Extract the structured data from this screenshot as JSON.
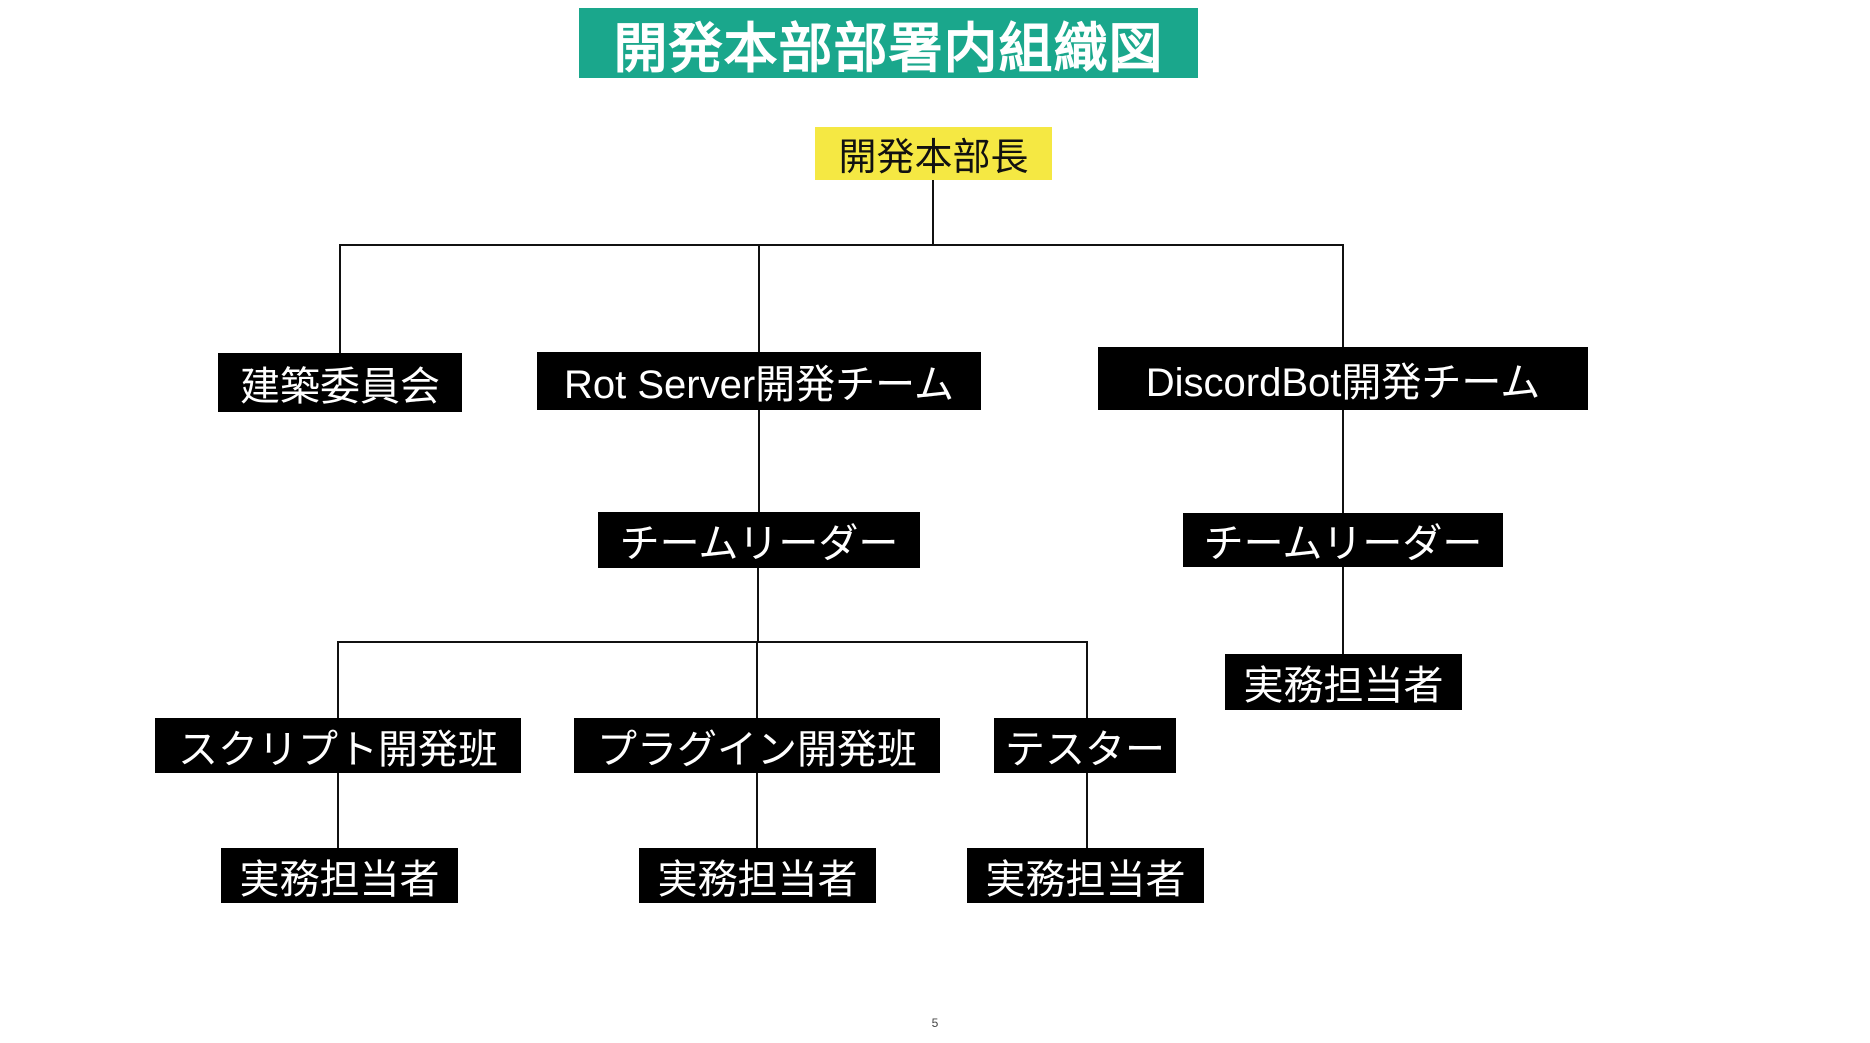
{
  "title": "開発本部部署内組織図",
  "page_number": "5",
  "colors": {
    "title_bg": "#1aa78c",
    "title_text": "#ffffff",
    "head_bg": "#f5e843",
    "head_text": "#111111",
    "node_bg": "#000000",
    "node_text": "#ffffff",
    "connector": "#111111",
    "page_bg": "#ffffff"
  },
  "nodes": {
    "head": "開発本部長",
    "committee": "建築委員会",
    "rot_team": "Rot Server開発チーム",
    "discord_team": "DiscordBot開発チーム",
    "leader_rot": "チームリーダー",
    "leader_discord": "チームリーダー",
    "staff_discord": "実務担当者",
    "script_group": "スクリプト開発班",
    "plugin_group": "プラグイン開発班",
    "tester_group": "テスター",
    "staff_script": "実務担当者",
    "staff_plugin": "実務担当者",
    "staff_tester": "実務担当者"
  },
  "hierarchy": {
    "root": "開発本部長",
    "children": [
      {
        "label": "建築委員会",
        "children": []
      },
      {
        "label": "Rot Server開発チーム",
        "children": [
          {
            "label": "チームリーダー",
            "children": [
              {
                "label": "スクリプト開発班",
                "children": [
                  {
                    "label": "実務担当者"
                  }
                ]
              },
              {
                "label": "プラグイン開発班",
                "children": [
                  {
                    "label": "実務担当者"
                  }
                ]
              },
              {
                "label": "テスター",
                "children": [
                  {
                    "label": "実務担当者"
                  }
                ]
              }
            ]
          }
        ]
      },
      {
        "label": "DiscordBot開発チーム",
        "children": [
          {
            "label": "チームリーダー",
            "children": [
              {
                "label": "実務担当者"
              }
            ]
          }
        ]
      }
    ]
  }
}
